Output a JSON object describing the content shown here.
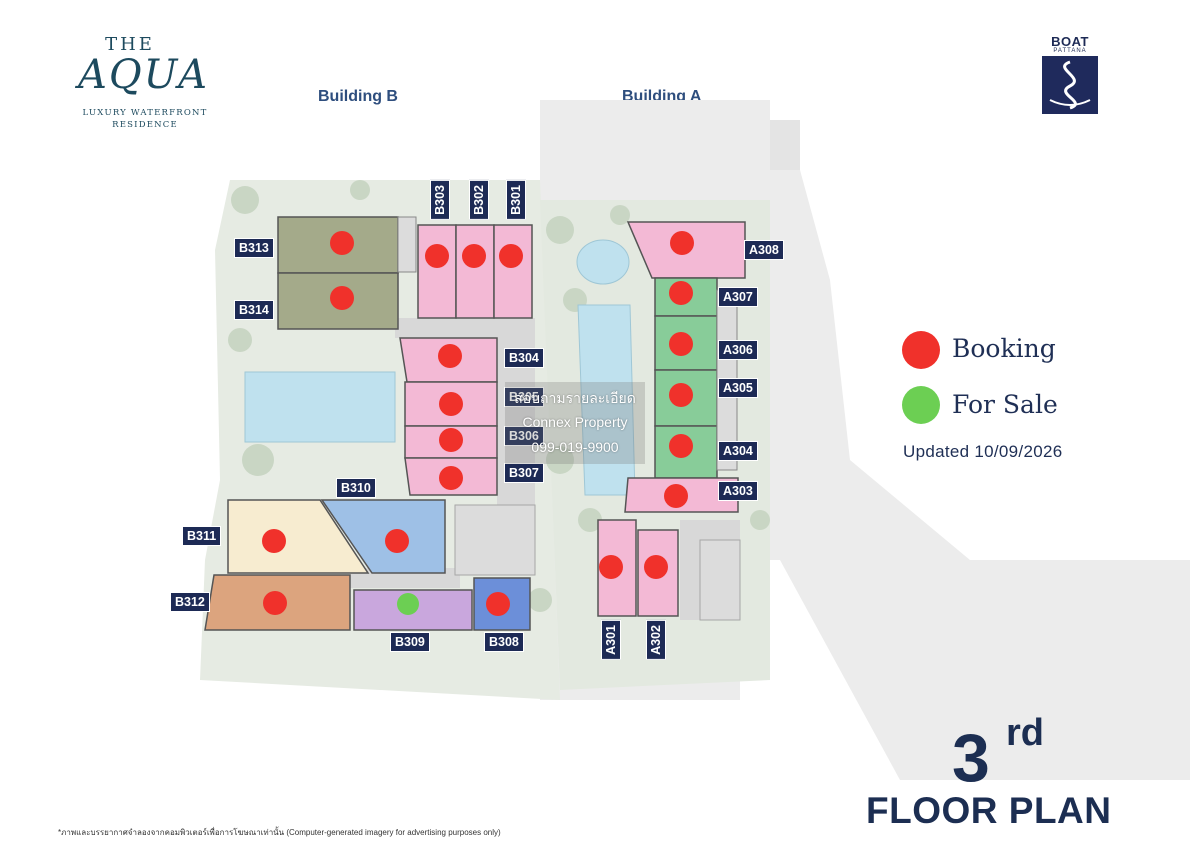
{
  "logo": {
    "the": "THE",
    "aqua": "AQUA",
    "sub1": "LUXURY WATERFRONT",
    "sub2": "RESIDENCE"
  },
  "brand": {
    "name": "BOAT",
    "sub": "PATTANA"
  },
  "buildings": {
    "b": "Building B",
    "a": "Building A"
  },
  "legend": {
    "booking": "Booking",
    "for_sale": "For Sale",
    "updated": "Updated 10/09/2026",
    "booking_color": "#f0312b",
    "for_sale_color": "#6ccf53"
  },
  "title": {
    "number": "3",
    "suffix": "rd",
    "line2": "FLOOR PLAN"
  },
  "footnote": "*ภาพและบรรยากาศจำลองจากคอมพิวเตอร์เพื่อการโฆษณาเท่านั้น (Computer-generated imagery for advertising purposes only)",
  "watermark": {
    "line1": "สอบถามรายละเอียด",
    "line2": "Connex Property",
    "line3": "099-019-9900"
  },
  "units": {
    "B313": "B313",
    "B314": "B314",
    "B303": "B303",
    "B302": "B302",
    "B301": "B301",
    "B304": "B304",
    "B305": "B305",
    "B306": "B306",
    "B307": "B307",
    "B310": "B310",
    "B311": "B311",
    "B312": "B312",
    "B309": "B309",
    "B308": "B308",
    "A308": "A308",
    "A307": "A307",
    "A306": "A306",
    "A305": "A305",
    "A304": "A304",
    "A303": "A303",
    "A301": "A301",
    "A302": "A302"
  },
  "unit_status": {
    "booking": [
      "B313",
      "B314",
      "B303",
      "B302",
      "B301",
      "B304",
      "B305",
      "B306",
      "B307",
      "B310",
      "B311",
      "B312",
      "B308",
      "A308",
      "A307",
      "A306",
      "A305",
      "A304",
      "A303",
      "A301",
      "A302"
    ],
    "for_sale": [
      "B309"
    ]
  }
}
